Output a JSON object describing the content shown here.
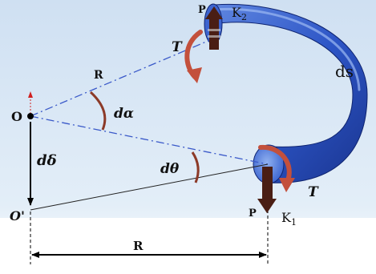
{
  "labels": {
    "point_o": "O",
    "point_o_prime": "O'",
    "radius_top": "R",
    "radius_bottom": "R",
    "angle_d_alpha": "dα",
    "angle_d_theta": "dθ",
    "deflection": "dδ",
    "arc_length": "ds",
    "torque_top": "T",
    "torque_bottom": "T",
    "load_top": "P",
    "load_bottom": "P",
    "section_top": "K",
    "section_top_sub": "2",
    "section_bottom": "K",
    "section_bottom_sub": "1"
  },
  "colors": {
    "tube_light": "#6f93e8",
    "tube_main": "#2e57c9",
    "tube_dark": "#12287a",
    "torque_arrow": "#c3503c",
    "load_arrow": "#4a1e14",
    "dashdot_line": "#3a59c9",
    "angle_arc": "#8c3a28",
    "background_top": "#d2e3f3"
  }
}
